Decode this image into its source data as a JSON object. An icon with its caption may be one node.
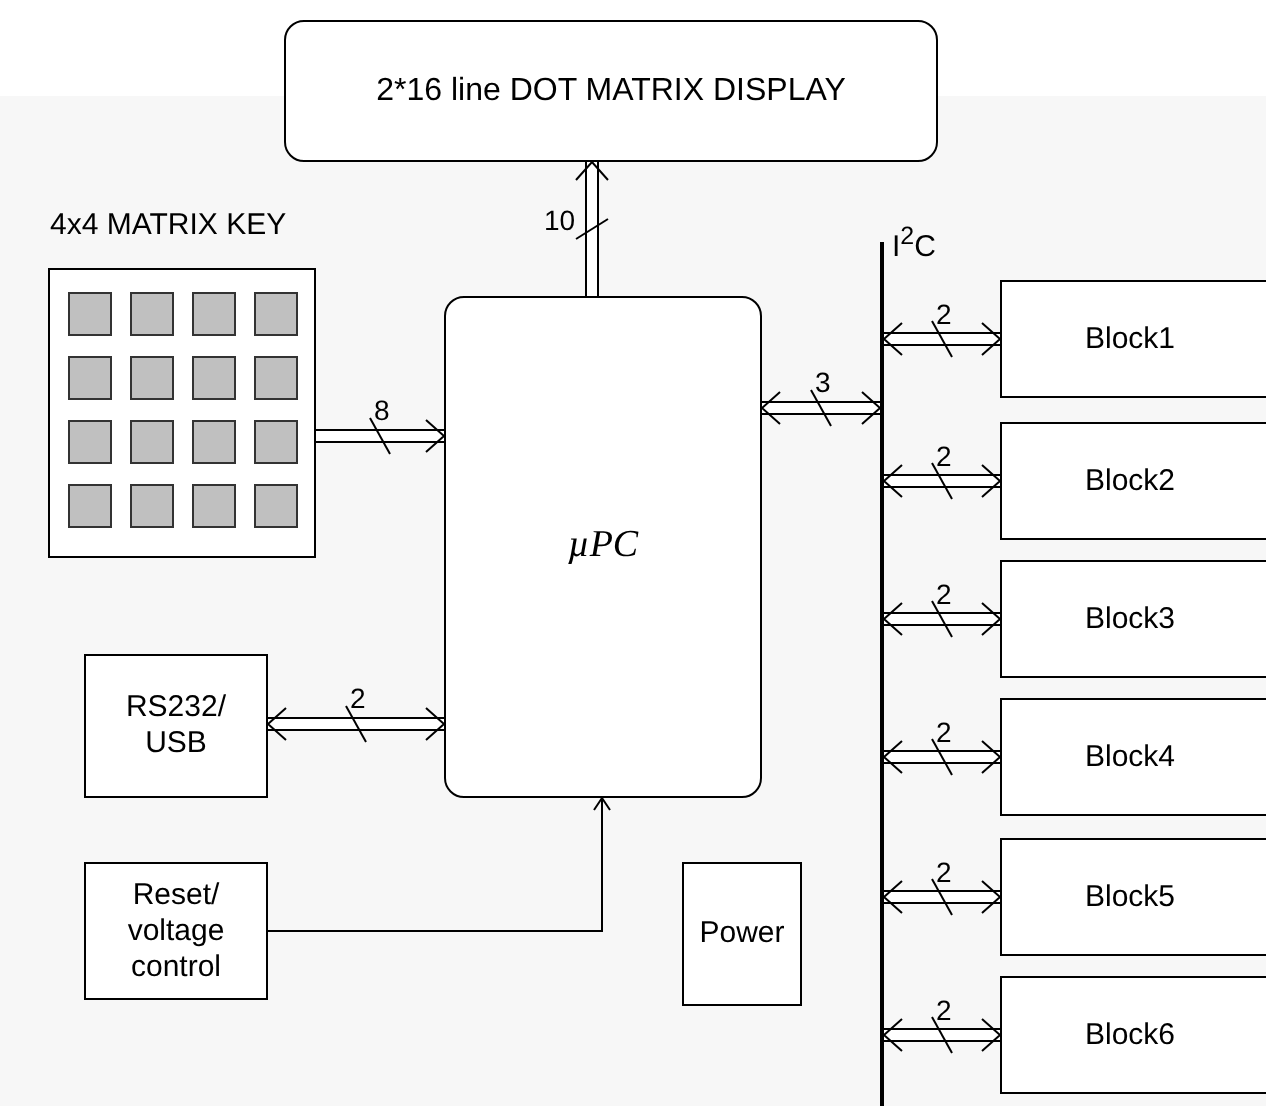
{
  "diagram": {
    "nodes": [
      {
        "text": [
          "2*16 line DOT MATRIX DISPLAY"
        ]
      },
      {
        "text": [
          "4x4 MATRIX KEY"
        ]
      },
      {
        "text": [
          "µPC"
        ]
      },
      {
        "text": [
          "I$^{2}$C"
        ]
      },
      {
        "text": [
          "Block1"
        ]
      },
      {
        "text": [
          "Block2"
        ]
      },
      {
        "text": [
          "Block3"
        ]
      },
      {
        "text": [
          "Block4"
        ]
      },
      {
        "text": [
          "Block5"
        ]
      },
      {
        "text": [
          "Block6"
        ]
      },
      {
        "text": [
          "RS232/ USB"
        ]
      },
      {
        "text": [
          "Reset/ voltage control"
        ]
      },
      {
        "text": [
          "Power"
        ]
      }
    ],
    "edges": [
      {
        "from": 2,
        "to": 0,
        "arrow": "to",
        "label": "10",
        "style": "thick"
      },
      {
        "from": 1,
        "to": 2,
        "arrow": "to",
        "label": "8",
        "style": "thick"
      },
      {
        "from": 2,
        "to": 3,
        "arrow": "both",
        "label": "3",
        "style": "thick"
      },
      {
        "from": 3,
        "to": 4,
        "arrow": "both",
        "label": "2",
        "style": "thick"
      },
      {
        "from": 3,
        "to": 5,
        "arrow": "both",
        "label": "2",
        "style": "thick"
      },
      {
        "from": 3,
        "to": 6,
        "arrow": "both",
        "label": "2",
        "style": "thick"
      },
      {
        "from": 3,
        "to": 7,
        "arrow": "both",
        "label": "2",
        "style": "thick"
      },
      {
        "from": 3,
        "to": 8,
        "arrow": "both",
        "label": "2",
        "style": "thick"
      },
      {
        "from": 3,
        "to": 9,
        "arrow": "both",
        "label": "2",
        "style": "thick"
      },
      {
        "from": 10,
        "to": 2,
        "arrow": "both",
        "label": "2",
        "style": "thick"
      },
      {
        "from": 11,
        "to": 2,
        "arrow": "to"
      }
    ]
  }
}
